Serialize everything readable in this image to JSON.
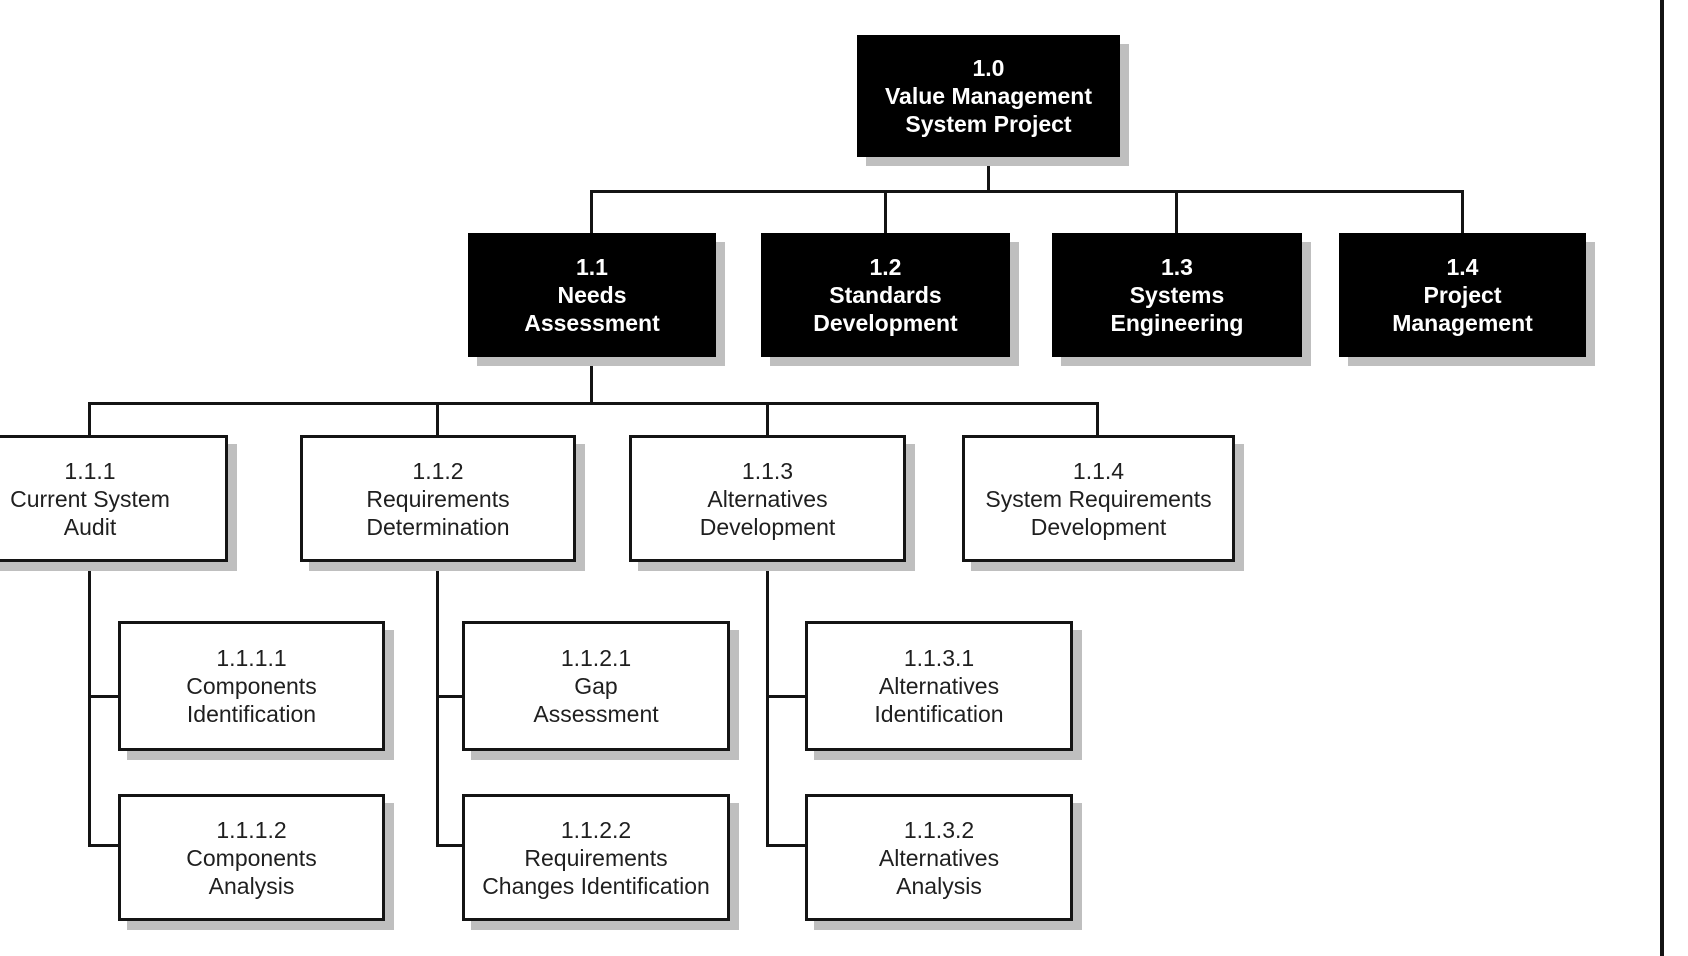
{
  "diagram_type": "work-breakdown-structure-tree",
  "nodes": {
    "n10": {
      "code": "1.0",
      "line1": "Value Management",
      "line2": "System Project",
      "level": 1,
      "fill": "black"
    },
    "n11": {
      "code": "1.1",
      "line1": "Needs",
      "line2": "Assessment",
      "level": 2,
      "fill": "black"
    },
    "n12": {
      "code": "1.2",
      "line1": "Standards",
      "line2": "Development",
      "level": 2,
      "fill": "black"
    },
    "n13": {
      "code": "1.3",
      "line1": "Systems",
      "line2": "Engineering",
      "level": 2,
      "fill": "black"
    },
    "n14": {
      "code": "1.4",
      "line1": "Project",
      "line2": "Management",
      "level": 2,
      "fill": "black"
    },
    "n111": {
      "code": "1.1.1",
      "line1": "Current System",
      "line2": "Audit",
      "level": 3,
      "fill": "white"
    },
    "n112": {
      "code": "1.1.2",
      "line1": "Requirements",
      "line2": "Determination",
      "level": 3,
      "fill": "white"
    },
    "n113": {
      "code": "1.1.3",
      "line1": "Alternatives",
      "line2": "Development",
      "level": 3,
      "fill": "white"
    },
    "n114": {
      "code": "1.1.4",
      "line1": "System Requirements",
      "line2": "Development",
      "level": 3,
      "fill": "white"
    },
    "n1111": {
      "code": "1.1.1.1",
      "line1": "Components",
      "line2": "Identification",
      "level": 4,
      "fill": "white"
    },
    "n1112": {
      "code": "1.1.1.2",
      "line1": "Components",
      "line2": "Analysis",
      "level": 4,
      "fill": "white"
    },
    "n1121": {
      "code": "1.1.2.1",
      "line1": "Gap",
      "line2": "Assessment",
      "level": 4,
      "fill": "white"
    },
    "n1122": {
      "code": "1.1.2.2",
      "line1": "Requirements",
      "line2": "Changes Identification",
      "level": 4,
      "fill": "white"
    },
    "n1131": {
      "code": "1.1.3.1",
      "line1": "Alternatives",
      "line2": "Identification",
      "level": 4,
      "fill": "white"
    },
    "n1132": {
      "code": "1.1.3.2",
      "line1": "Alternatives",
      "line2": "Analysis",
      "level": 4,
      "fill": "white"
    }
  },
  "edges": [
    [
      "1.0",
      "1.1"
    ],
    [
      "1.0",
      "1.2"
    ],
    [
      "1.0",
      "1.3"
    ],
    [
      "1.0",
      "1.4"
    ],
    [
      "1.1",
      "1.1.1"
    ],
    [
      "1.1",
      "1.1.2"
    ],
    [
      "1.1",
      "1.1.3"
    ],
    [
      "1.1",
      "1.1.4"
    ],
    [
      "1.1.1",
      "1.1.1.1"
    ],
    [
      "1.1.1",
      "1.1.1.2"
    ],
    [
      "1.1.2",
      "1.1.2.1"
    ],
    [
      "1.1.2",
      "1.1.2.2"
    ],
    [
      "1.1.3",
      "1.1.3.1"
    ],
    [
      "1.1.3",
      "1.1.3.2"
    ]
  ],
  "colors": {
    "black_box_fill": "#000000",
    "white_box_fill": "#ffffff",
    "box_border": "#141414",
    "connector": "#141414",
    "shadow": "#bfbfbf",
    "text_dark": "#1f1f1f",
    "text_light": "#ffffff",
    "background": "#ffffff"
  }
}
